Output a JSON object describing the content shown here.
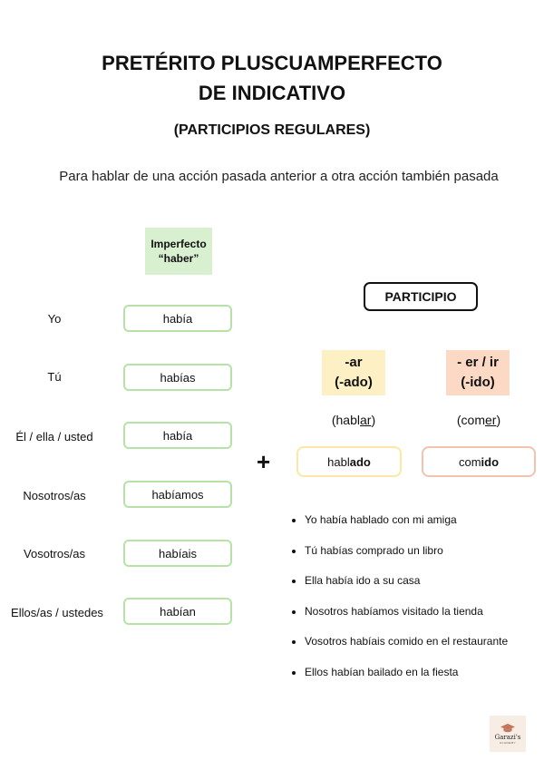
{
  "title_line1": "PRETÉRITO PLUSCUAMPERFECTO",
  "title_line2": "DE INDICATIVO",
  "subtitle": "(PARTICIPIOS REGULARES)",
  "description": "Para hablar de una acción pasada anterior a otra acción también pasada",
  "haber_header_line1": "Imperfecto",
  "haber_header_line2": "“haber”",
  "conjugation": [
    {
      "pronoun": "Yo",
      "form": "había"
    },
    {
      "pronoun": "Tú",
      "form": "habías"
    },
    {
      "pronoun": "Él / ella / usted",
      "form": "había"
    },
    {
      "pronoun": "Nosotros/as",
      "form": "habíamos"
    },
    {
      "pronoun": "Vosotros/as",
      "form": "habíais"
    },
    {
      "pronoun": "Ellos/as / ustedes",
      "form": "habían"
    }
  ],
  "plus_sign": "+",
  "participio_label": "PARTICIPIO",
  "ar": {
    "ending_line1": "-ar",
    "ending_line2": "(-ado)",
    "verb_open": "(habl",
    "verb_stem_underlined": "ar",
    "verb_close": ")",
    "participle_stem": "habl",
    "participle_ending": "ado"
  },
  "er": {
    "ending_line1": "- er / ir",
    "ending_line2": "(-ido)",
    "verb_open": "(com",
    "verb_stem_underlined": "er",
    "verb_close": ")",
    "participle_stem": "com",
    "participle_ending": "ido"
  },
  "examples": [
    "Yo había hablado con mi amiga",
    "Tú habías comprado un libro",
    "Ella había ido a su casa",
    "Nosotros habíamos visitado la tienda",
    "Vosotros habíais comido en el restaurante",
    "Ellos habían bailado en la fiesta"
  ],
  "logo": {
    "name": "Garazi's",
    "sub": "ACADEMY",
    "icon": "graduation-cap-icon"
  },
  "colors": {
    "green_box": "#b6e2a8",
    "green_fill": "#d8efd0",
    "yellow_fill": "#fdf0c4",
    "orange_fill": "#fcd9c4"
  }
}
